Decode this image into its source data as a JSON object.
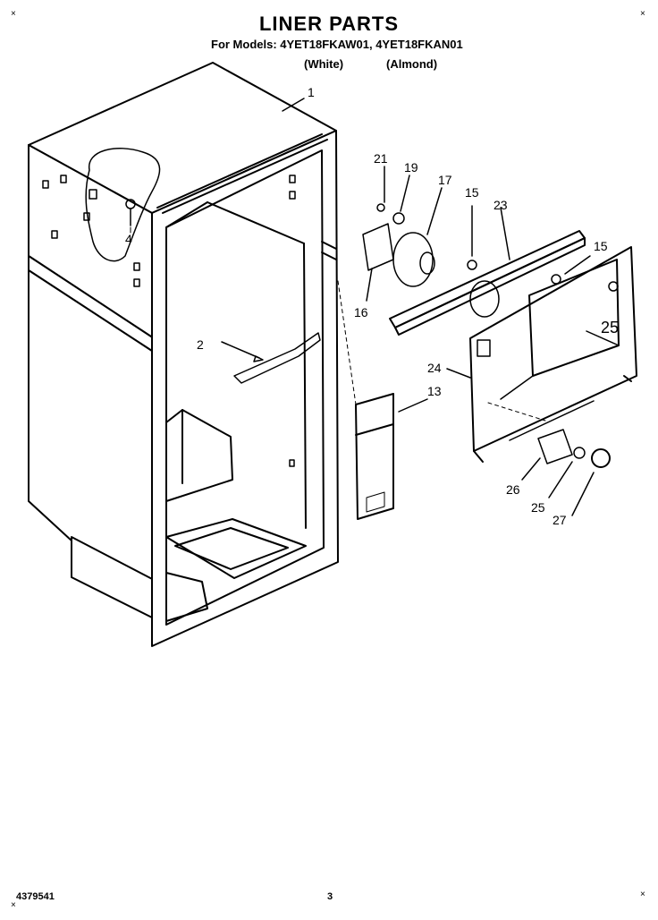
{
  "header": {
    "title": "LINER PARTS",
    "models_line": "For Models: 4YET18FKAW01, 4YET18FKAN01",
    "variant_white": "(White)",
    "variant_almond": "(Almond)"
  },
  "callouts": {
    "c1": "1",
    "c2": "2",
    "c4": "4",
    "c13": "13",
    "c15a": "15",
    "c15b": "15",
    "c16": "16",
    "c17": "17",
    "c19": "19",
    "c21": "21",
    "c23": "23",
    "c24": "24",
    "c25a": "25",
    "c25b": "25",
    "c26": "26",
    "c27": "27"
  },
  "footer": {
    "part_number": "4379541",
    "page_number": "3"
  }
}
